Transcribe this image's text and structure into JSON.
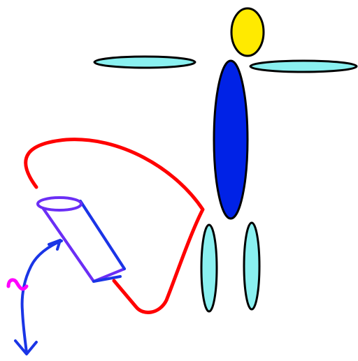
{
  "colors": {
    "background": "#ffffff",
    "outline": "#000000",
    "head": "#ffea00",
    "torso": "#0022e6",
    "limbs": "#8af0f0",
    "cable": "#ff0000",
    "cylinder_outline": "#6b2ef5",
    "cylinder_fill": "#ffffff",
    "arrow": "#1a35e6",
    "rotation_mark": "#ff00ff"
  },
  "figure": {
    "parts": [
      "head",
      "torso",
      "left-arm",
      "right-arm",
      "left-leg",
      "right-leg"
    ]
  },
  "attachment": {
    "parts": [
      "cable",
      "cylinder",
      "arrow",
      "rotation-mark"
    ]
  }
}
